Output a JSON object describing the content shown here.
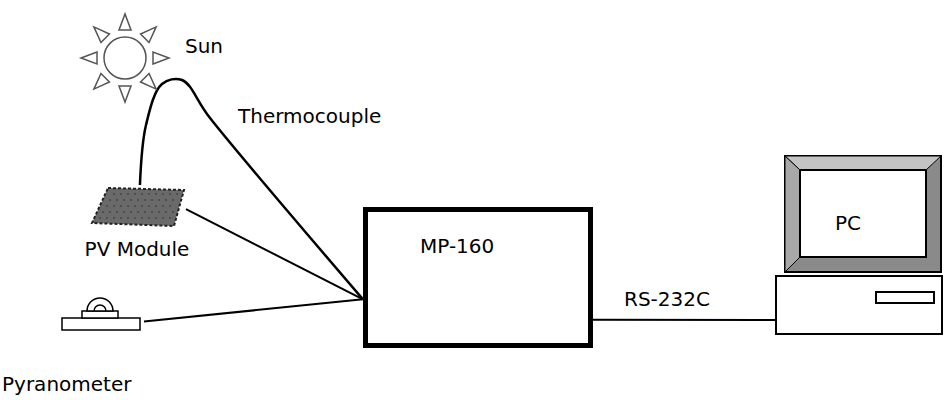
{
  "diagram": {
    "nodes": [
      {
        "text": [
          "Sun"
        ]
      },
      {
        "text": [
          "PV Module"
        ]
      },
      {
        "text": [
          "Pyranometer"
        ]
      },
      {
        "text": [
          "MP-160"
        ]
      },
      {
        "text": [
          "PC"
        ]
      }
    ],
    "edges": [
      {
        "from": 1,
        "to": 3,
        "arrow": "none",
        "label": "Thermocouple"
      },
      {
        "from": 1,
        "to": 3,
        "arrow": "none"
      },
      {
        "from": 2,
        "to": 3,
        "arrow": "none"
      },
      {
        "from": 3,
        "to": 4,
        "arrow": "none",
        "label": "RS-232C"
      }
    ]
  }
}
